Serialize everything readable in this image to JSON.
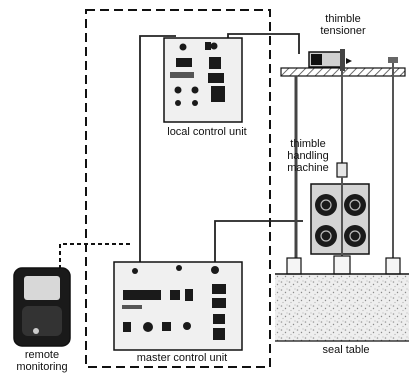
{
  "figure": {
    "labels": {
      "thimble_tensioner": [
        "thimble",
        "tensioner"
      ],
      "local_control_unit": "local control unit",
      "thimble_handling_machine": [
        "thimble",
        "handling",
        "machine"
      ],
      "remote_monitoring": [
        "remote",
        "monitoring"
      ],
      "master_control_unit": "master control unit",
      "seal_table": "seal table"
    },
    "colors": {
      "line": "#111111",
      "device_fill": "#e6e6e6",
      "dark": "#1a1a1a",
      "speckle": "#c8c8c8"
    },
    "icons": [
      "remote-monitoring-terminal-icon",
      "thimble-tensioner-icon",
      "thimble-handling-machine-icon",
      "local-control-unit-panel-icon",
      "master-control-unit-panel-icon"
    ]
  }
}
